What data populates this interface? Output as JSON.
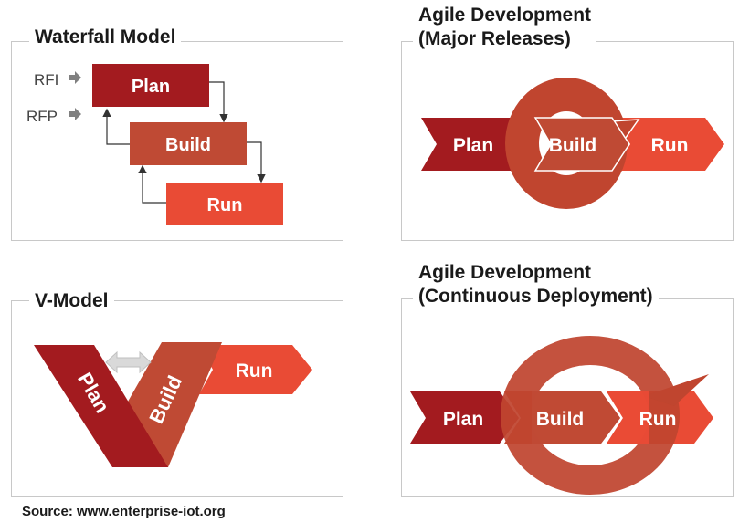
{
  "waterfall": {
    "title": "Waterfall Model",
    "inputs": [
      "RFI",
      "RFP"
    ],
    "stages": [
      "Plan",
      "Build",
      "Run"
    ]
  },
  "agile_major": {
    "title_line1": "Agile Development",
    "title_line2": "(Major Releases)",
    "stages": [
      "Plan",
      "Build",
      "Run"
    ]
  },
  "vmodel": {
    "title": "V-Model",
    "stages": [
      "Plan",
      "Build",
      "Run"
    ]
  },
  "agile_continuous": {
    "title_line1": "Agile Development",
    "title_line2": "(Continuous Deployment)",
    "stages": [
      "Plan",
      "Build",
      "Run"
    ]
  },
  "source": "Source: www.enterprise-iot.org",
  "colors": {
    "plan": "#a31b1f",
    "build": "#bf4a34",
    "run": "#e94b35",
    "cycle": "#c0452f",
    "border": "#c8c8c8",
    "arrow_gray": "#808080"
  }
}
